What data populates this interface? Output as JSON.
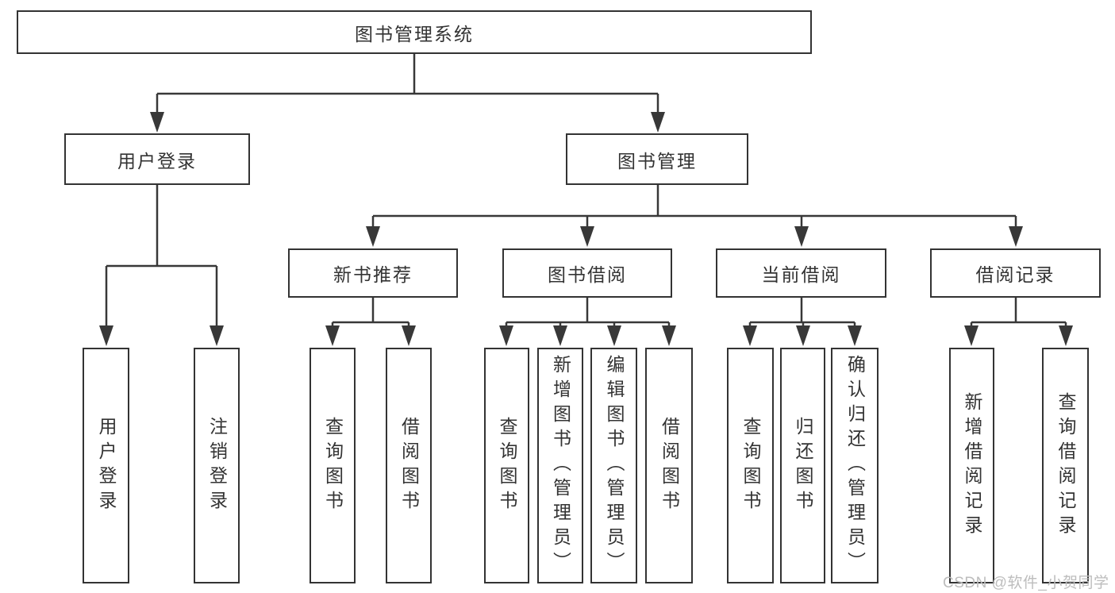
{
  "diagram": {
    "type": "tree-flowchart",
    "root": {
      "label": "图书管理系统",
      "children": [
        {
          "label": "用户登录",
          "children": [
            {
              "label": "用户登录"
            },
            {
              "label": "注销登录"
            }
          ]
        },
        {
          "label": "图书管理",
          "children": [
            {
              "label": "新书推荐",
              "children": [
                {
                  "label": "查询图书"
                },
                {
                  "label": "借阅图书"
                }
              ]
            },
            {
              "label": "图书借阅",
              "children": [
                {
                  "label": "查询图书"
                },
                {
                  "label": "新增图书（管理员）"
                },
                {
                  "label": "编辑图书（管理员）"
                },
                {
                  "label": "借阅图书"
                }
              ]
            },
            {
              "label": "当前借阅",
              "children": [
                {
                  "label": "查询图书"
                },
                {
                  "label": "归还图书"
                },
                {
                  "label": "确认归还（管理员）"
                }
              ]
            },
            {
              "label": "借阅记录",
              "children": [
                {
                  "label": "新增借阅记录"
                },
                {
                  "label": "查询借阅记录"
                }
              ]
            }
          ]
        }
      ]
    }
  },
  "watermark": {
    "text": "CSDN @软件_小贺同学"
  },
  "colors": {
    "background": "#ffffff",
    "box_border": "#333333",
    "line": "#383838",
    "text": "#333333",
    "watermark": "#bdbdbd"
  }
}
